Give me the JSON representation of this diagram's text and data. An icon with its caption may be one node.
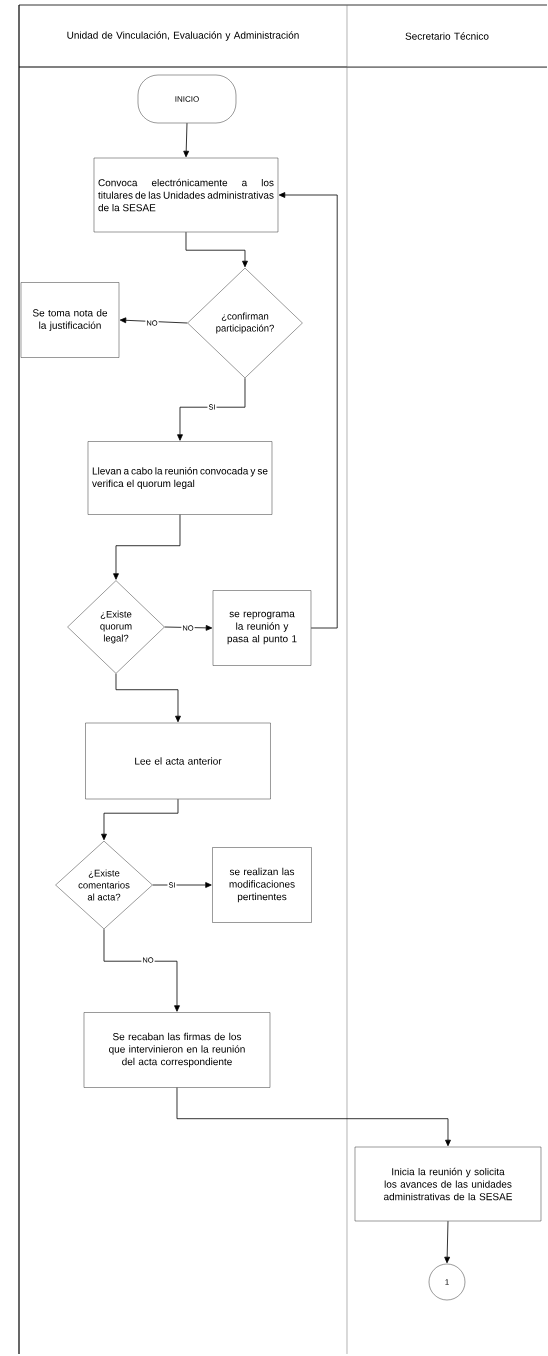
{
  "diagram": {
    "nodes": [
      {
        "text": [
          "Unidad de Vinculación, Evaluación y Administración"
        ]
      },
      {
        "text": [
          "Secretario Técnico"
        ]
      },
      {
        "text": [
          "INICIO"
        ],
        "in": 0
      },
      {
        "text": [
          "Convoca electrónicamente a los titulares de las Unidades administrativas de la SESAE"
        ],
        "in": 0
      },
      {
        "text": [
          "¿confirman participación?"
        ],
        "in": 0
      },
      {
        "text": [
          "Se toma nota de la justificación"
        ],
        "in": 0
      },
      {
        "text": [
          "Llevan a cabo la reunión convocada y se verifica el quorum legal"
        ],
        "in": 0
      },
      {
        "text": [
          "¿Existe quorum legal?"
        ],
        "in": 0
      },
      {
        "text": [
          "se reprograma la reunión y pasa al punto 1"
        ],
        "in": 0
      },
      {
        "text": [
          "Lee el acta anterior"
        ],
        "in": 0
      },
      {
        "text": [
          "¿Existe comentarios al acta?"
        ],
        "in": 0
      },
      {
        "text": [
          "se realizan las modificaciones pertinentes"
        ],
        "in": 0
      },
      {
        "text": [
          "Se recaban las firmas de los que intervinieron en la reunión del acta correspondiente"
        ],
        "in": 0
      },
      {
        "text": [
          "Inicia la reunión y solicita los avances de las unidades administrativas de la SESAE"
        ],
        "in": 1
      },
      {
        "text": [
          "1"
        ],
        "in": 1
      }
    ],
    "edges": [
      {
        "from": 2,
        "to": 3,
        "arrow": "to"
      },
      {
        "from": 3,
        "to": 4,
        "arrow": "to"
      },
      {
        "from": 4,
        "to": 5,
        "arrow": "to",
        "label": "NO"
      },
      {
        "from": 4,
        "to": 6,
        "arrow": "to",
        "label": "SI"
      },
      {
        "from": 6,
        "to": 7,
        "arrow": "to"
      },
      {
        "from": 7,
        "to": 8,
        "arrow": "to",
        "label": "NO"
      },
      {
        "from": 8,
        "to": 3,
        "arrow": "to"
      },
      {
        "from": 7,
        "to": 9,
        "arrow": "to"
      },
      {
        "from": 9,
        "to": 10,
        "arrow": "to"
      },
      {
        "from": 10,
        "to": 11,
        "arrow": "to",
        "label": "SI"
      },
      {
        "from": 10,
        "to": 12,
        "arrow": "to",
        "label": "NO"
      },
      {
        "from": 12,
        "to": 13,
        "arrow": "to"
      },
      {
        "from": 13,
        "to": 14,
        "arrow": "to"
      }
    ]
  }
}
